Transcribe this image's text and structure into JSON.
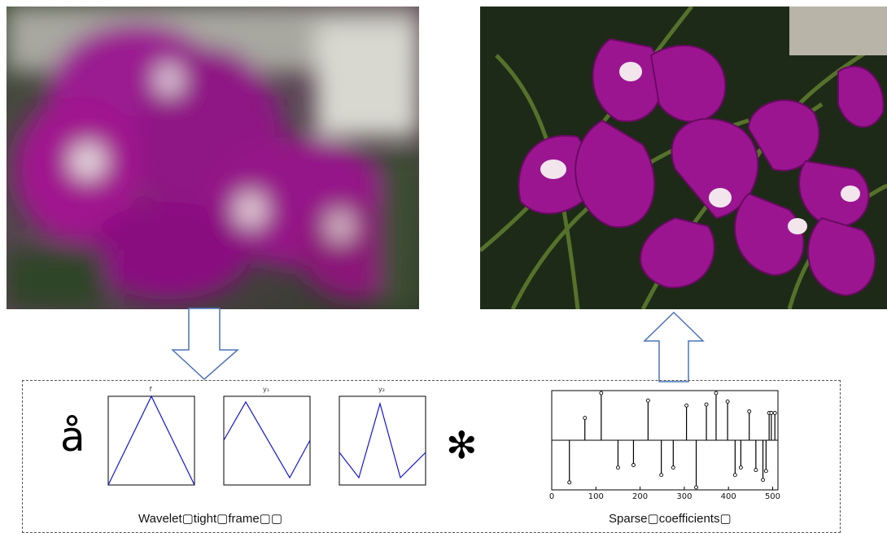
{
  "images": {
    "blurred": {
      "description_icon": "blurred-orchid-photo"
    },
    "sharp": {
      "description_icon": "sharp-orchid-photo"
    }
  },
  "operators": {
    "sum_glyph": "å",
    "conv_glyph": "✻"
  },
  "frame_plots": [
    {
      "title": "f"
    },
    {
      "title": "y₁"
    },
    {
      "title": "y₂"
    }
  ],
  "captions": {
    "left": "Wavelet▢tight▢frame▢▢",
    "right": "Sparse▢coefficients▢"
  },
  "chart_data": {
    "type": "scatter",
    "title": "",
    "xlabel": "",
    "ylabel": "",
    "xlim": [
      0,
      512
    ],
    "x_ticks": [
      "0",
      "100",
      "200",
      "300",
      "400",
      "500"
    ],
    "stems": [
      {
        "x": 40,
        "y": -0.85
      },
      {
        "x": 75,
        "y": 0.45
      },
      {
        "x": 112,
        "y": 0.95
      },
      {
        "x": 150,
        "y": -0.55
      },
      {
        "x": 185,
        "y": -0.5
      },
      {
        "x": 218,
        "y": 0.8
      },
      {
        "x": 248,
        "y": -0.7
      },
      {
        "x": 275,
        "y": -0.55
      },
      {
        "x": 305,
        "y": 0.7
      },
      {
        "x": 327,
        "y": -0.95
      },
      {
        "x": 350,
        "y": 0.72
      },
      {
        "x": 372,
        "y": 0.95
      },
      {
        "x": 398,
        "y": 0.78
      },
      {
        "x": 415,
        "y": -0.7
      },
      {
        "x": 428,
        "y": -0.55
      },
      {
        "x": 447,
        "y": 0.58
      },
      {
        "x": 462,
        "y": -0.6
      },
      {
        "x": 478,
        "y": -0.8
      },
      {
        "x": 485,
        "y": -0.62
      },
      {
        "x": 492,
        "y": 0.55
      },
      {
        "x": 497,
        "y": 0.55
      },
      {
        "x": 505,
        "y": 0.55
      }
    ]
  },
  "colors": {
    "plot_line": "#1414d2",
    "arrow_stroke": "#4a74b8"
  }
}
